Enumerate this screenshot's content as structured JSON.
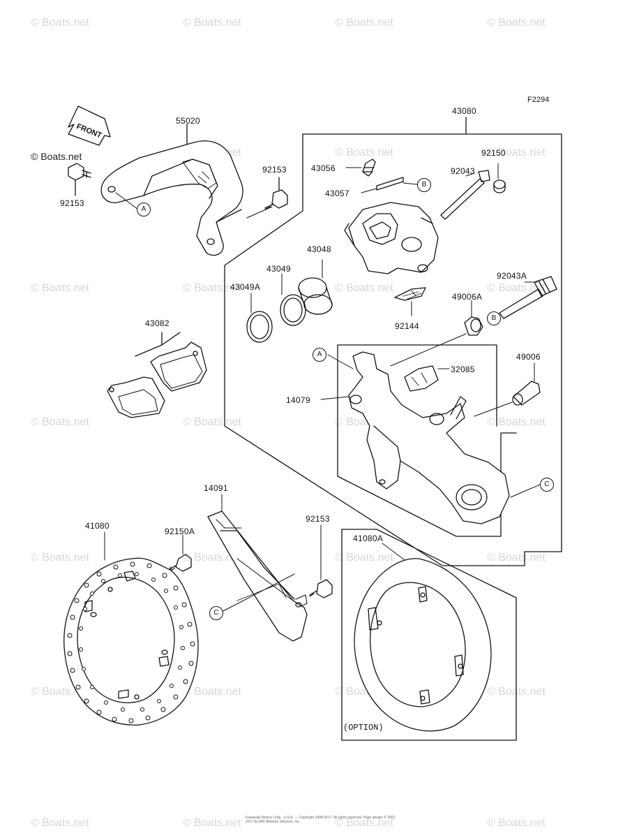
{
  "diagram": {
    "figure_code": "F2294",
    "option_note": "(OPTION)",
    "front_arrow_label": "FRONT",
    "logo_text": "© Boats.net",
    "watermark_text": "© Boats.net",
    "copyright_text": "Kawasaki Motors Corp., U.S.A. — Copyright 1998-2017. All rights reserved. Page design © 2002-2017 by ARI Network Services, Inc."
  },
  "part_numbers": {
    "p55020": "55020",
    "p92153_left": "92153",
    "p92153_upper": "92153",
    "p43080": "43080",
    "p43056": "43056",
    "p43057": "43057",
    "p92150": "92150",
    "p92043": "92043",
    "p43048": "43048",
    "p43049": "43049",
    "p43049a": "43049A",
    "p92043a": "92043A",
    "p49006a": "49006A",
    "p92144": "92144",
    "p43082": "43082",
    "p32085": "32085",
    "p14079": "14079",
    "p49006": "49006",
    "p14091": "14091",
    "p41080": "41080",
    "p92150a": "92150A",
    "p92153_lower": "92153",
    "p41080a": "41080A"
  },
  "callouts": {
    "a": "A",
    "b": "B",
    "c": "C"
  }
}
